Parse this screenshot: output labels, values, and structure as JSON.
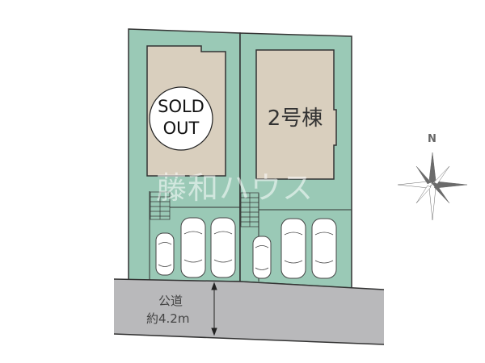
{
  "plan": {
    "lot1": {
      "status_line1": "SOLD",
      "status_line2": "OUT"
    },
    "lot2": {
      "label": "2号棟"
    },
    "road": {
      "label": "公道",
      "width": "約4.2m"
    },
    "compass": {
      "north_label": "N"
    },
    "watermark": "藤和ハウス"
  },
  "colors": {
    "lot_green": "#9ac9b6",
    "building_beige": "#d9cfbe",
    "road_gray": "#b9b9bb",
    "line": "#333333",
    "compass": "#6b6b6b"
  }
}
